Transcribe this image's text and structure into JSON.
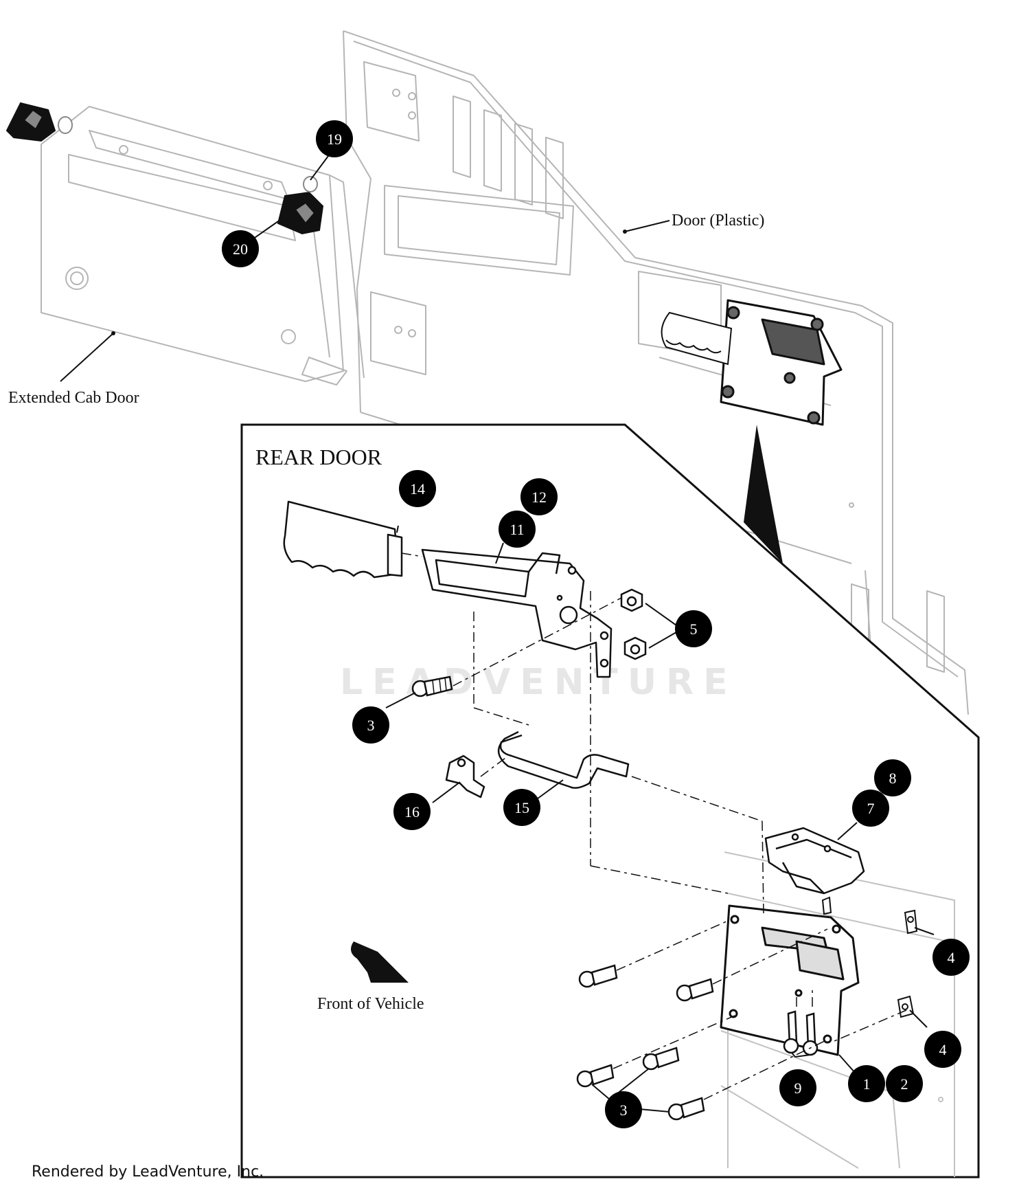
{
  "labels": {
    "door_plastic": "Door (Plastic)",
    "extended_cab_door": "Extended Cab Door",
    "rear_door": "REAR DOOR",
    "front_of_vehicle": "Front of Vehicle",
    "credit": "Rendered by LeadVenture, Inc.",
    "watermark": "LEADVENTURE"
  },
  "callouts": {
    "c19": "19",
    "c20": "20",
    "c14": "14",
    "c12": "12",
    "c11": "11",
    "c5": "5",
    "c3a": "3",
    "c16": "16",
    "c15": "15",
    "c8": "8",
    "c7": "7",
    "c4a": "4",
    "c4b": "4",
    "c9": "9",
    "c1": "1",
    "c2": "2",
    "c3b": "3"
  },
  "colors": {
    "line": "#111111",
    "ghost": "#b5b5b5",
    "callout_fill": "#000000"
  }
}
